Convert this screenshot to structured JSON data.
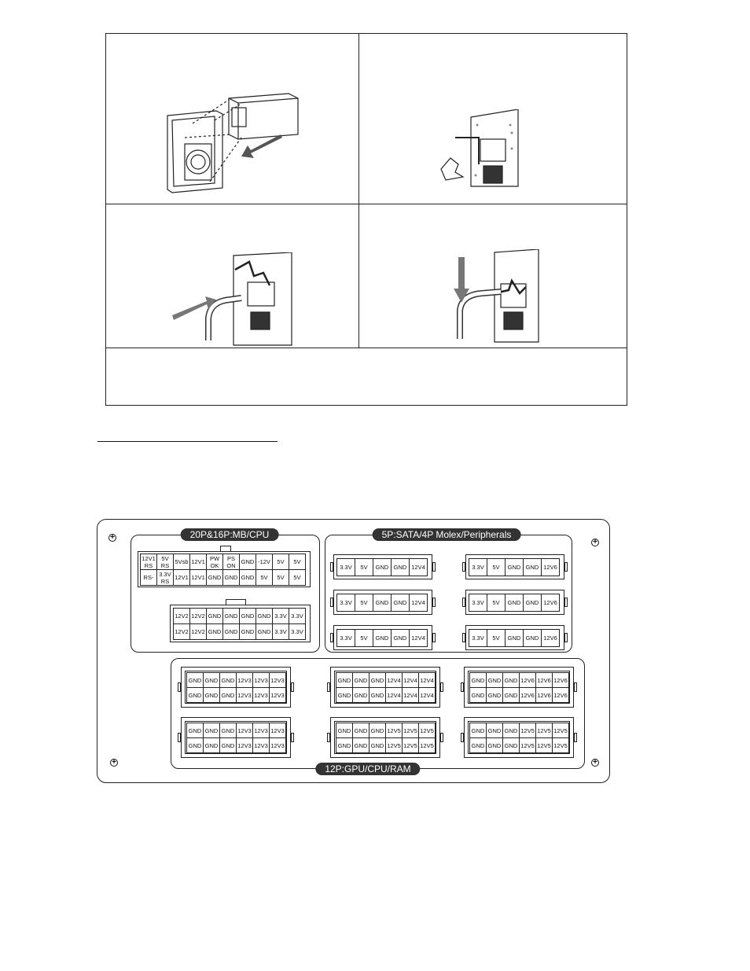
{
  "panel": {
    "mb_cpu": {
      "label": "20P&16P:MB/CPU",
      "main_top": [
        "12V1 RS",
        "5V RS",
        "5Vsb",
        "12V1",
        "PW OK",
        "PS ON",
        "GND",
        "-12V",
        "5V",
        "5V"
      ],
      "main_bottom": [
        "RS-",
        "3.3V RS",
        "12V1",
        "12V1",
        "GND",
        "GND",
        "GND",
        "5V",
        "5V",
        "5V"
      ],
      "aux_top": [
        "12V2",
        "12V2",
        "GND",
        "GND",
        "GND",
        "GND",
        "3.3V",
        "3.3V"
      ],
      "aux_bottom": [
        "12V2",
        "12V2",
        "GND",
        "GND",
        "GND",
        "GND",
        "3.3V",
        "3.3V"
      ]
    },
    "sata": {
      "label": "5P:SATA/4P Molex/Peripherals",
      "left_pins": [
        "3.3V",
        "5V",
        "GND",
        "GND",
        "12V4"
      ],
      "right_pins": [
        "3.3V",
        "5V",
        "GND",
        "GND",
        "12V6"
      ]
    },
    "gpu": {
      "label": "12P:GPU/CPU/RAM",
      "c12v3": [
        "GND",
        "GND",
        "GND",
        "12V3",
        "12V3",
        "12V3"
      ],
      "c12v4": [
        "GND",
        "GND",
        "GND",
        "12V4",
        "12V4",
        "12V4"
      ],
      "c12v6": [
        "GND",
        "GND",
        "GND",
        "12V6",
        "12V6",
        "12V6"
      ],
      "c12v5": [
        "GND",
        "GND",
        "GND",
        "12V5",
        "12V5",
        "12V5"
      ]
    }
  }
}
